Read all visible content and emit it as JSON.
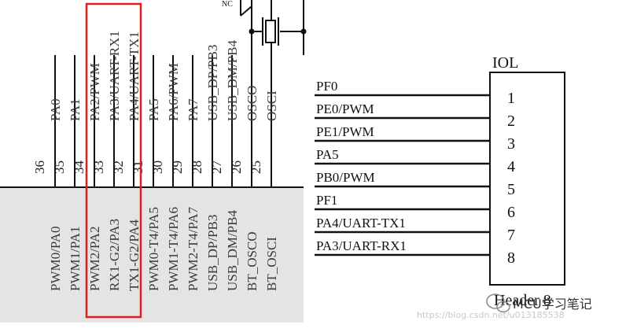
{
  "colors": {
    "highlight": "#e0201c",
    "gray_panel": "#e4e4e4",
    "wire": "#111111"
  },
  "chip": {
    "nc_label": "NC",
    "pins": [
      {
        "number": "36",
        "name": "PA0",
        "net": "PWM0/PA0"
      },
      {
        "number": "35",
        "name": "PA1",
        "net": "PWM1/PA1"
      },
      {
        "number": "34",
        "name": "PA2/PWM",
        "net": "PWM2/PA2"
      },
      {
        "number": "33",
        "name": "PA3/UART-RX1",
        "net": "RX1-G2/PA3"
      },
      {
        "number": "32",
        "name": "PA4/UART-TX1",
        "net": "TX1-G2/PA4"
      },
      {
        "number": "31",
        "name": "PA5",
        "net": "PWM0-T4/PA5"
      },
      {
        "number": "30",
        "name": "PA6/PWM",
        "net": "PWM1-T4/PA6"
      },
      {
        "number": "29",
        "name": "PA7",
        "net": "PWM2-T4/PA7"
      },
      {
        "number": "28",
        "name": "USB_DP/PB3",
        "net": "USB_DP/PB3"
      },
      {
        "number": "27",
        "name": "USB_DM/PB4",
        "net": "USB_DM/PB4"
      },
      {
        "number": "26",
        "name": "OSCO",
        "net": "BT_OSCO"
      },
      {
        "number": "25",
        "name": "OSCI",
        "net": "BT_OSCI"
      }
    ]
  },
  "header": {
    "title": "IOL",
    "subtitle": "Header 8",
    "pins": [
      {
        "number": "1",
        "net": "PF0"
      },
      {
        "number": "2",
        "net": "PE0/PWM"
      },
      {
        "number": "3",
        "net": "PE1/PWM"
      },
      {
        "number": "4",
        "net": "PA5"
      },
      {
        "number": "5",
        "net": "PB0/PWM"
      },
      {
        "number": "6",
        "net": "PF1"
      },
      {
        "number": "7",
        "net": "PA4/UART-TX1"
      },
      {
        "number": "8",
        "net": "PA3/UART-RX1"
      }
    ]
  },
  "watermark": {
    "url": "https://blog.csdn.net/u013185538",
    "brand": "MCU学习笔记"
  }
}
